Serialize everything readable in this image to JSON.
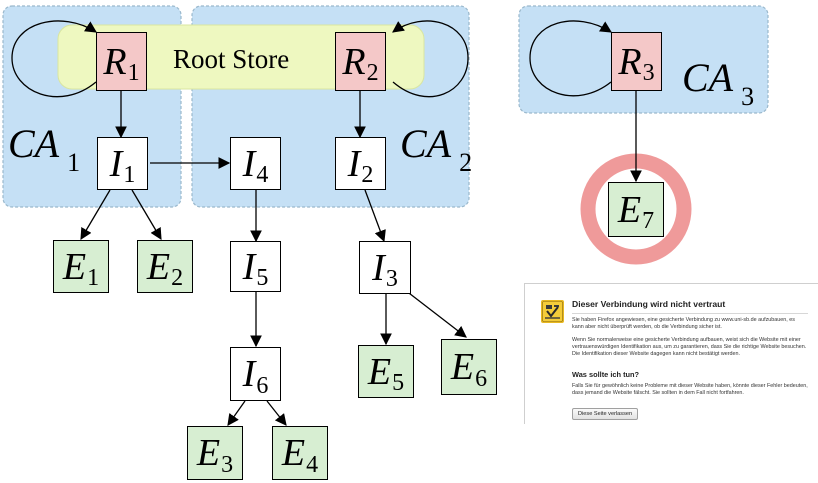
{
  "diagram": {
    "root_store_label": "Root Store",
    "roots": [
      {
        "id": "R1",
        "letter": "R",
        "sub": "1"
      },
      {
        "id": "R2",
        "letter": "R",
        "sub": "2"
      },
      {
        "id": "R3",
        "letter": "R",
        "sub": "3"
      }
    ],
    "intermediates": [
      {
        "id": "I1",
        "letter": "I",
        "sub": "1"
      },
      {
        "id": "I2",
        "letter": "I",
        "sub": "2"
      },
      {
        "id": "I3",
        "letter": "I",
        "sub": "3"
      },
      {
        "id": "I4",
        "letter": "I",
        "sub": "4"
      },
      {
        "id": "I5",
        "letter": "I",
        "sub": "5"
      },
      {
        "id": "I6",
        "letter": "I",
        "sub": "6"
      }
    ],
    "end_entities": [
      {
        "id": "E1",
        "letter": "E",
        "sub": "1"
      },
      {
        "id": "E2",
        "letter": "E",
        "sub": "2"
      },
      {
        "id": "E3",
        "letter": "E",
        "sub": "3"
      },
      {
        "id": "E4",
        "letter": "E",
        "sub": "4"
      },
      {
        "id": "E5",
        "letter": "E",
        "sub": "5"
      },
      {
        "id": "E6",
        "letter": "E",
        "sub": "6"
      },
      {
        "id": "E7",
        "letter": "E",
        "sub": "7"
      }
    ],
    "ca_labels": [
      {
        "id": "CA1",
        "text": "CA",
        "sub": "1"
      },
      {
        "id": "CA2",
        "text": "CA",
        "sub": "2"
      },
      {
        "id": "CA3",
        "text": "CA",
        "sub": "3"
      }
    ],
    "colors": {
      "ca_region": "#c5e0f5",
      "ca_region_border": "#9ab8cc",
      "root_store": "#eef8c0",
      "root_node": "#f4c8c8",
      "end_entity_node": "#d7eed2",
      "highlight_ring": "#ef9a9a"
    }
  },
  "warning": {
    "icon": "warning-shield-icon",
    "title": "Dieser Verbindung wird nicht vertraut",
    "p1": "Sie haben Firefox angewiesen, eine gesicherte Verbindung zu www.uni-sb.de aufzubauen, es kann aber nicht überprüft werden, ob die Verbindung sicher ist.",
    "p2": "Wenn Sie normalerweise eine gesicherte Verbindung aufbauen, weist sich die Website mit einer vertrauenswürdigen Identifikation aus, um zu garantieren, dass Sie die richtige Website besuchen. Die Identifikation dieser Website dagegen kann nicht bestätigt werden.",
    "heading": "Was sollte ich tun?",
    "p3": "Falls Sie für gewöhnlich keine Probleme mit dieser Website haben, könnte dieser Fehler bedeuten, dass jemand die Website fälscht. Sie sollten in dem Fall nicht fortfahren.",
    "button": "Diese Seite verlassen"
  }
}
